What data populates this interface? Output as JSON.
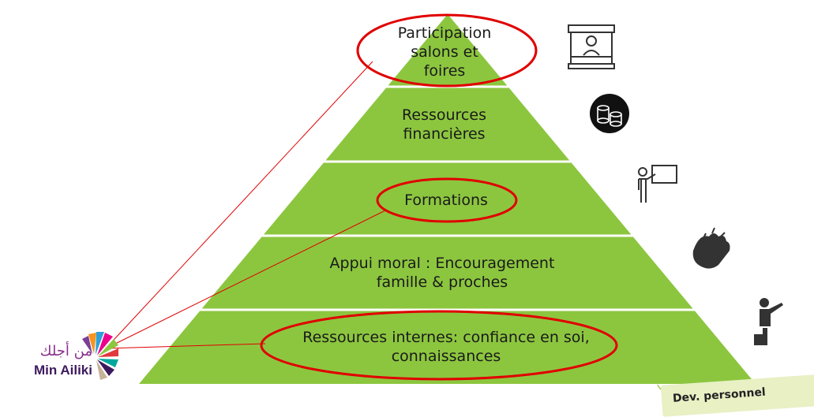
{
  "tiers": [
    {
      "label_lines": [
        "Participation",
        "salons et",
        "foires"
      ],
      "highlighted": true,
      "icon": "booth-icon"
    },
    {
      "label_lines": [
        "Ressources",
        "financières"
      ],
      "highlighted": false,
      "icon": "coins-icon"
    },
    {
      "label_lines": [
        "Formations"
      ],
      "highlighted": true,
      "icon": "presenter-icon"
    },
    {
      "label_lines": [
        "Appui moral : Encouragement",
        "famille & proches"
      ],
      "highlighted": false,
      "icon": "clapping-hands-icon"
    },
    {
      "label_lines": [
        "Ressources internes: confiance en soi,",
        "connaissances"
      ],
      "highlighted": true,
      "icon": "person-climbing-icon"
    }
  ],
  "logo": {
    "arabic": "من أجلك",
    "latin": "Min Ailiki"
  },
  "badge": {
    "label": "Dev. personnel"
  },
  "colors": {
    "pyramid": "#8cc63f",
    "highlight": "#e00000",
    "separator": "#ffffff",
    "logo_purple": "#3d1a5e"
  }
}
